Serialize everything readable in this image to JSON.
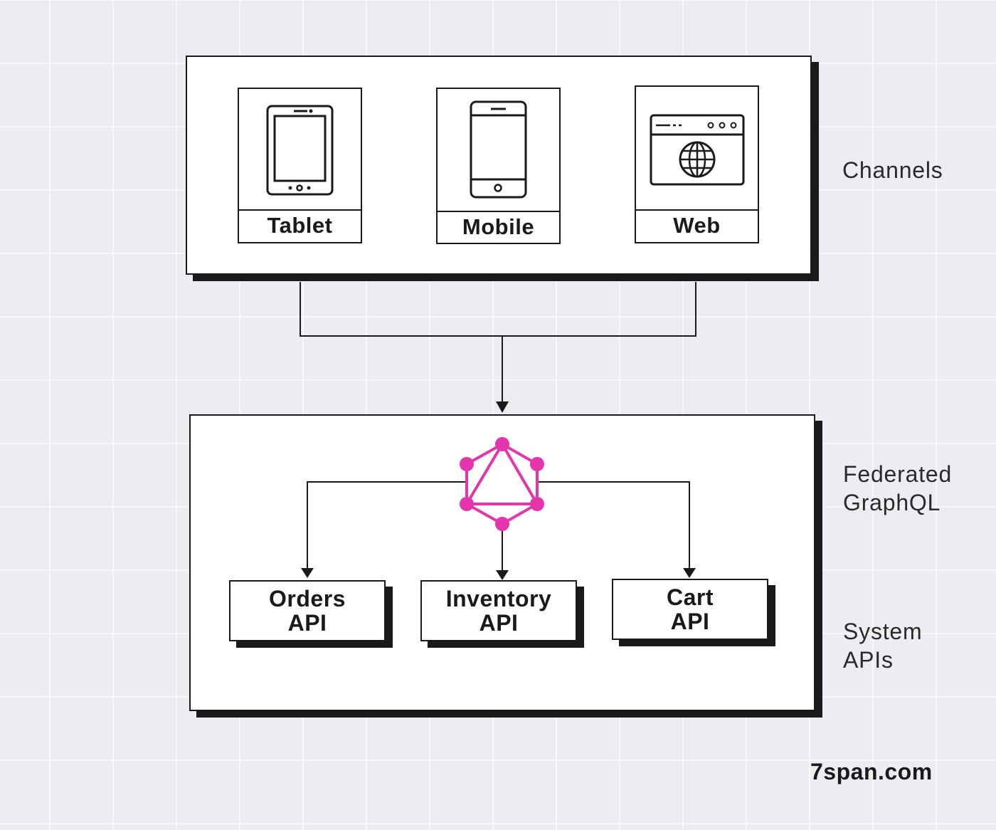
{
  "channels": {
    "items": [
      {
        "label": "Tablet",
        "icon": "tablet-icon"
      },
      {
        "label": "Mobile",
        "icon": "mobile-icon"
      },
      {
        "label": "Web",
        "icon": "web-browser-icon"
      }
    ]
  },
  "apis": [
    {
      "line1": "Orders",
      "line2": "API"
    },
    {
      "line1": "Inventory",
      "line2": "API"
    },
    {
      "line1": "Cart",
      "line2": "API"
    }
  ],
  "side_labels": {
    "channels": "Channels",
    "federated_line1": "Federated",
    "federated_line2": "GraphQL",
    "system_line1": "System",
    "system_line2": "APIs"
  },
  "brand": "7span.com",
  "colors": {
    "graphql": "#e535ab",
    "ink": "#1a1a1a",
    "background": "#ecedf1"
  },
  "icons": {
    "graphql": "graphql-logo-icon"
  }
}
